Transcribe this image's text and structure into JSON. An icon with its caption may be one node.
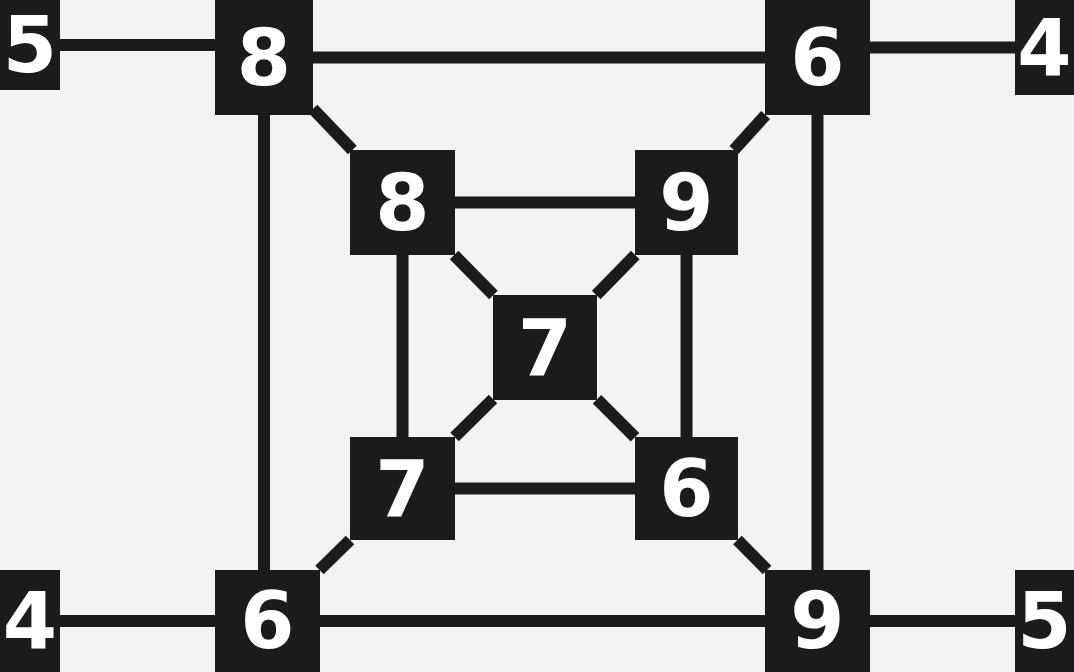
{
  "diagram": {
    "nodes": [
      {
        "text": [
          "5"
        ]
      },
      {
        "text": [
          "8"
        ]
      },
      {
        "text": [
          "6"
        ]
      },
      {
        "text": [
          "4"
        ]
      },
      {
        "text": [
          "8"
        ]
      },
      {
        "text": [
          "9"
        ]
      },
      {
        "text": [
          "7"
        ]
      },
      {
        "text": [
          "7"
        ]
      },
      {
        "text": [
          "6"
        ]
      },
      {
        "text": [
          "4"
        ]
      },
      {
        "text": [
          "6"
        ]
      },
      {
        "text": [
          "9"
        ]
      },
      {
        "text": [
          "5"
        ]
      }
    ],
    "edges": [
      {
        "from": 0,
        "to": 1,
        "arrow": "none"
      },
      {
        "from": 1,
        "to": 2,
        "arrow": "none"
      },
      {
        "from": 2,
        "to": 3,
        "arrow": "none"
      },
      {
        "from": 1,
        "to": 4,
        "arrow": "none"
      },
      {
        "from": 2,
        "to": 5,
        "arrow": "none"
      },
      {
        "from": 1,
        "to": 10,
        "arrow": "none"
      },
      {
        "from": 2,
        "to": 11,
        "arrow": "none"
      },
      {
        "from": 4,
        "to": 5,
        "arrow": "none"
      },
      {
        "from": 4,
        "to": 6,
        "arrow": "none"
      },
      {
        "from": 5,
        "to": 6,
        "arrow": "none"
      },
      {
        "from": 4,
        "to": 7,
        "arrow": "none"
      },
      {
        "from": 5,
        "to": 8,
        "arrow": "none"
      },
      {
        "from": 6,
        "to": 7,
        "arrow": "none"
      },
      {
        "from": 6,
        "to": 8,
        "arrow": "none"
      },
      {
        "from": 7,
        "to": 8,
        "arrow": "none"
      },
      {
        "from": 7,
        "to": 10,
        "arrow": "none"
      },
      {
        "from": 8,
        "to": 11,
        "arrow": "none"
      },
      {
        "from": 9,
        "to": 10,
        "arrow": "none"
      },
      {
        "from": 10,
        "to": 11,
        "arrow": "none"
      },
      {
        "from": 11,
        "to": 12,
        "arrow": "none"
      }
    ]
  }
}
